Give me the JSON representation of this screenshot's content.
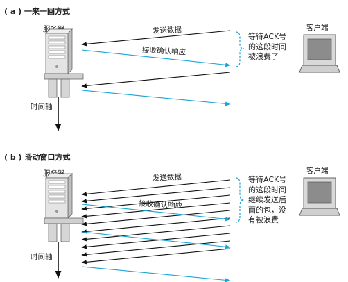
{
  "section_a": {
    "title": "( a ) 一来一回方式",
    "server_label": "服务器",
    "client_label": "客户端",
    "time_axis_label": "时间轴",
    "send_label": "发送数据",
    "ack_label": "接收确认响应",
    "wait_note": "等待ACK号\n的这段时间\n被浪费了"
  },
  "section_b": {
    "title": "( b ) 滑动窗口方式",
    "server_label": "服务器",
    "client_label": "客户端",
    "time_axis_label": "时间轴",
    "send_label": "发送数据",
    "ack_label": "接收确认响应",
    "wait_note": "等待ACK号\n的这段时间\n继续发送后\n面的包，没\n有被浪费"
  },
  "colors": {
    "data_arrow": "#111111",
    "ack_arrow": "#1aa3d6",
    "brace": "#1aa3d6",
    "device_fill": "#d9d9d9",
    "screen_fill": "#8c8c8c"
  }
}
